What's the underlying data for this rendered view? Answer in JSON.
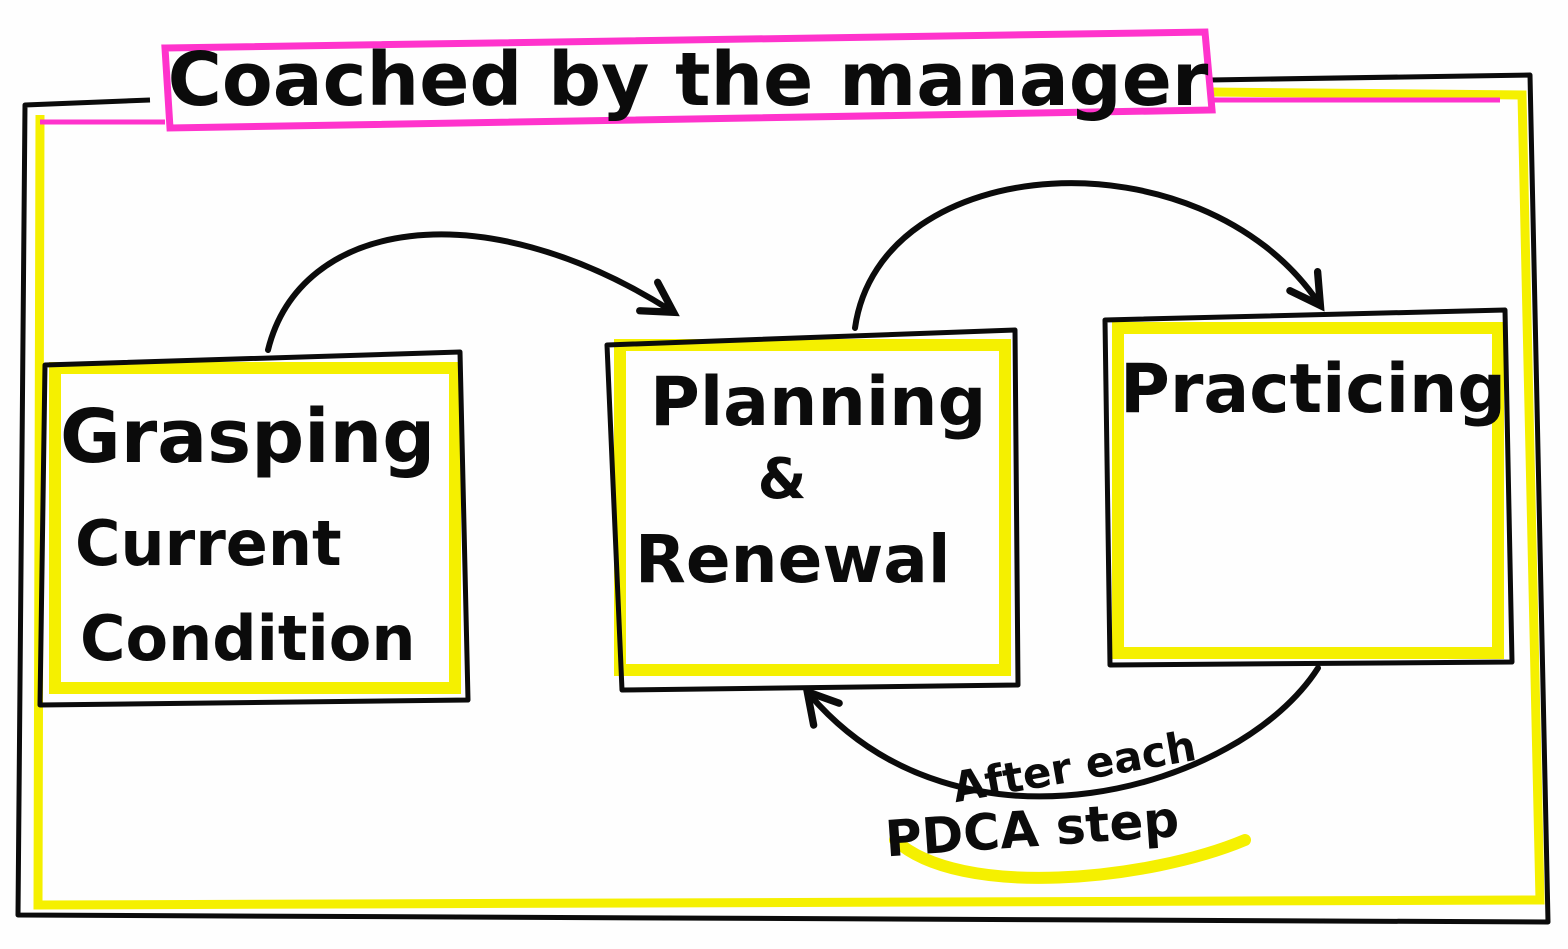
{
  "title": "Coached by the manager",
  "steps": [
    {
      "lines": [
        "Grasping",
        "Current",
        "Condition"
      ]
    },
    {
      "lines": [
        "Planning",
        "&",
        "Renewal"
      ]
    },
    {
      "lines": [
        "Practicing"
      ]
    }
  ],
  "loop_label": {
    "line1": "After each",
    "line2": "PDCA step"
  },
  "colors": {
    "highlight_yellow": "#f5f000",
    "title_pink": "#ff33cc",
    "ink": "#0b0b0b"
  }
}
